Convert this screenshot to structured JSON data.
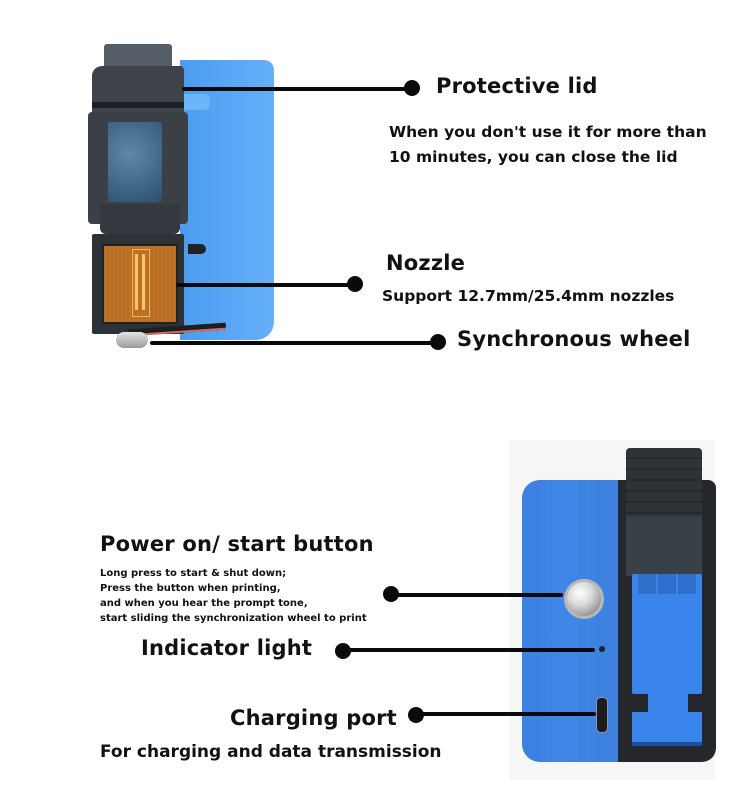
{
  "top_section": {
    "callouts": [
      {
        "id": "protective-lid",
        "title": "Protective lid",
        "description_lines": [
          "When you don't use it for more than",
          "10 minutes, you can close the lid"
        ]
      },
      {
        "id": "nozzle",
        "title": "Nozzle",
        "description_lines": [
          "Support 12.7mm/25.4mm nozzles"
        ]
      },
      {
        "id": "synchronous-wheel",
        "title": "Synchronous wheel",
        "description_lines": []
      }
    ],
    "image": "inkjet-printer-cartridge-side-view"
  },
  "bottom_section": {
    "callouts": [
      {
        "id": "power-button",
        "title": "Power on/ start button",
        "description_lines": [
          "Long press to start & shut down;",
          "Press the button when printing,",
          "and when you hear the prompt tone,",
          "start sliding the synchronization wheel to print"
        ]
      },
      {
        "id": "indicator-light",
        "title": "Indicator light",
        "description_lines": []
      },
      {
        "id": "charging-port",
        "title": "Charging port",
        "description_lines": [
          "For charging and data transmission"
        ]
      }
    ],
    "image": "inkjet-printer-front-view"
  },
  "colors": {
    "background": "#ffffff",
    "text": "#111111",
    "leader_line": "#0a0a0a",
    "device_blue_top": "#5aa8f6",
    "device_blue_bottom": "#3f86e6",
    "device_dark": "#2d3237",
    "nozzle_orange": "#c47a2a"
  }
}
